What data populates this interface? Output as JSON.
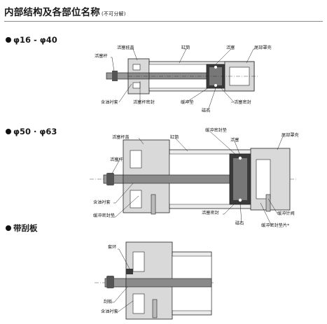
{
  "header": {
    "title": "内部结构及各部位名称",
    "note": "(不可分解)"
  },
  "sections": [
    {
      "heading": "φ16 - φ40",
      "labels": [
        "活塞杆盖",
        "缸筒",
        "活塞",
        "尾部罩壳",
        "活塞杆",
        "含油衬套",
        "活塞杆密封",
        "缓冲垫",
        "活塞密封",
        "磁石"
      ]
    },
    {
      "heading": "φ50 · φ63",
      "labels": [
        "活塞杆盖",
        "缸筒",
        "缓冲密封垫",
        "活塞",
        "尾部罩壳",
        "活塞杆",
        "含油衬套",
        "缓冲密封垫",
        "活塞密封",
        "磁石",
        "缓冲针阀",
        "缓冲密封垫片*"
      ]
    },
    {
      "heading": "带刮板",
      "labels": [
        "套环",
        "刮板",
        "含油衬套"
      ]
    }
  ],
  "colors": {
    "body": "#d9d9d9",
    "rod": "#8a8a8a",
    "dark": "#3a3a3a",
    "line": "#222222"
  }
}
